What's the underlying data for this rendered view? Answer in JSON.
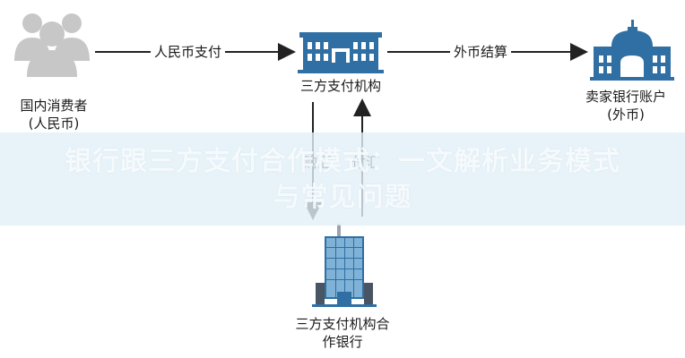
{
  "colors": {
    "icon_blue": "#2f6fa3",
    "icon_gray": "#c7c7c7",
    "arrow": "#222222",
    "banner": "#e1f0f7"
  },
  "nodes": {
    "consumer": {
      "icon": "people-icon",
      "line1": "国内消费者",
      "line2": "(人民币)"
    },
    "third_party": {
      "icon": "institution-building-icon",
      "label": "三方支付机构"
    },
    "seller_bank": {
      "icon": "bank-dome-icon",
      "line1": "卖家银行账户",
      "line2": "(外币)"
    },
    "partner_bank": {
      "icon": "office-tower-icon",
      "line1": "三方支付机构合",
      "line2": "作银行"
    }
  },
  "edges": {
    "rmb_payment": "人民币支付",
    "fx_settlement": "外币结算"
  },
  "watermark": {
    "line1": "银行跟三方支付合作模式：一文解析业务模式",
    "line2": "与常见问题"
  },
  "partial_labels": {
    "left": "购汇",
    "right": "付汇"
  }
}
